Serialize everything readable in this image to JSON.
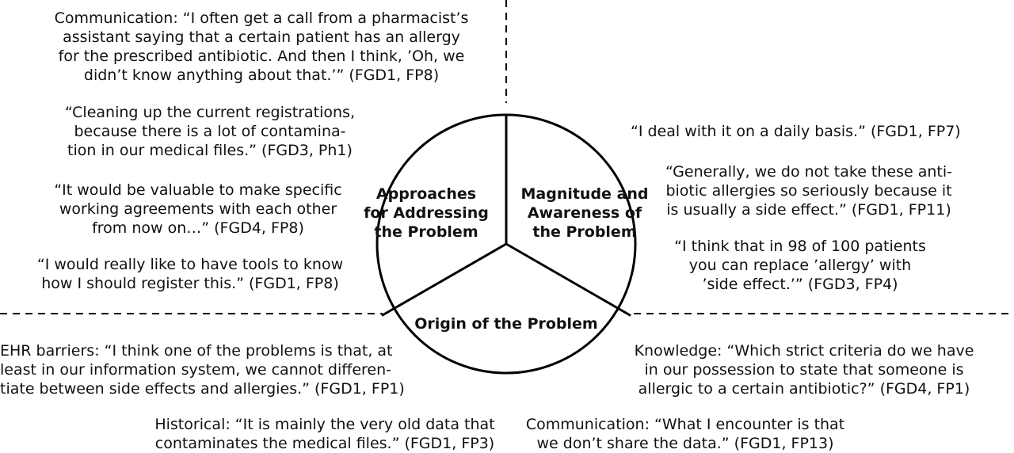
{
  "segments": {
    "approaches": [
      "Approaches",
      "for Addressing",
      "the Problem"
    ],
    "magnitude": [
      "Magnitude and",
      "Awareness of",
      "the Problem"
    ],
    "origin": [
      "Origin of the Problem"
    ]
  },
  "quotes": {
    "q1": [
      "Communication: “I often get a call from a pharmacist’s",
      "assistant saying that a certain patient has an allergy",
      "for the prescribed antibiotic. And then I think, ’Oh, we",
      "didn’t know anything about that.’” (FGD1, FP8)"
    ],
    "q2": [
      "“Cleaning up the current registrations,",
      "because there is a lot of contamina-",
      "tion in our medical files.” (FGD3, Ph1)"
    ],
    "q3": [
      "“It would be valuable to make specific",
      "working agreements with each other",
      "from now on…” (FGD4, FP8)"
    ],
    "q4": [
      "“I would really like to have tools to know",
      "how I should register this.” (FGD1, FP8)"
    ],
    "q5": [
      "“I deal with it on a daily basis.” (FGD1, FP7)"
    ],
    "q6": [
      "“Generally, we do not take these anti-",
      "biotic allergies so seriously because it",
      "is usually a side effect.” (FGD1, FP11)"
    ],
    "q7": [
      "“I think that in 98 of 100 patients",
      "you can replace ’allergy’ with",
      "’side effect.’” (FGD3, FP4)"
    ],
    "q8": [
      "EHR barriers: “I think one of the problems is that, at",
      "least in our information system, we cannot differen-",
      "tiate between side effects and allergies.” (FGD1, FP1)"
    ],
    "q9": [
      "Historical: “It is mainly the very old data that",
      "contaminates the medical files.” (FGD1, FP3)"
    ],
    "q10": [
      "Knowledge: “Which strict criteria do we have",
      "in our possession to state that someone is",
      "allergic to a certain antibiotic?” (FGD4, FP1)"
    ],
    "q11": [
      "Communication: “What I encounter is that",
      "we don’t share the data.” (FGD1, FP13)"
    ]
  }
}
